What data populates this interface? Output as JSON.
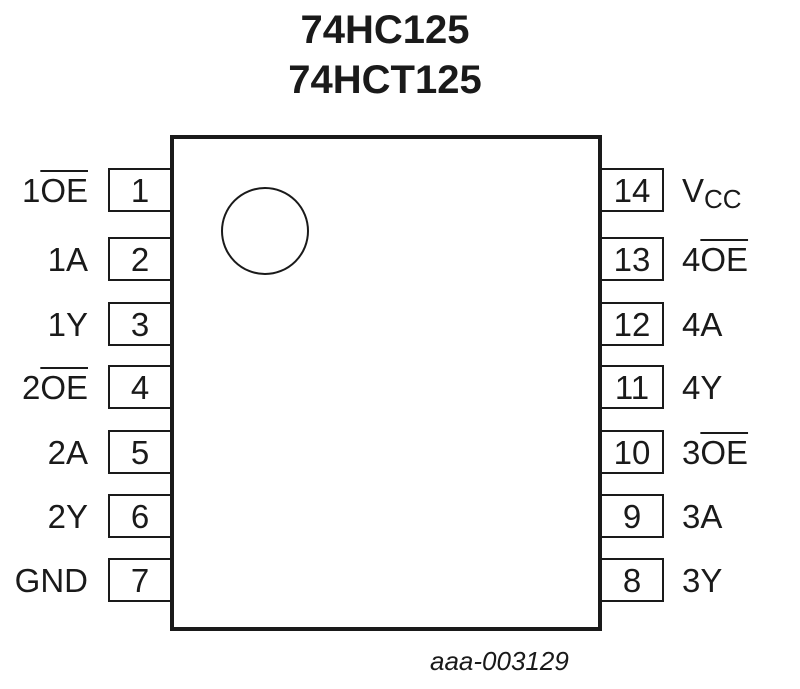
{
  "title": {
    "line1": "74HC125",
    "line2": "74HCT125"
  },
  "left_pins": [
    {
      "number": "1",
      "name_prefix": "1",
      "name_main": "OE",
      "overline": true
    },
    {
      "number": "2",
      "name_prefix": "",
      "name_main": "1A",
      "overline": false
    },
    {
      "number": "3",
      "name_prefix": "",
      "name_main": "1Y",
      "overline": false
    },
    {
      "number": "4",
      "name_prefix": "2",
      "name_main": "OE",
      "overline": true
    },
    {
      "number": "5",
      "name_prefix": "",
      "name_main": "2A",
      "overline": false
    },
    {
      "number": "6",
      "name_prefix": "",
      "name_main": "2Y",
      "overline": false
    },
    {
      "number": "7",
      "name_prefix": "",
      "name_main": "GND",
      "overline": false
    }
  ],
  "right_pins": [
    {
      "number": "14",
      "name_prefix": "V",
      "name_main": "",
      "name_sub": "CC",
      "overline": false
    },
    {
      "number": "13",
      "name_prefix": "4",
      "name_main": "OE",
      "overline": true
    },
    {
      "number": "12",
      "name_prefix": "",
      "name_main": "4A",
      "overline": false
    },
    {
      "number": "11",
      "name_prefix": "",
      "name_main": "4Y",
      "overline": false
    },
    {
      "number": "10",
      "name_prefix": "3",
      "name_main": "OE",
      "overline": true
    },
    {
      "number": "9",
      "name_prefix": "",
      "name_main": "3A",
      "overline": false
    },
    {
      "number": "8",
      "name_prefix": "",
      "name_main": "3Y",
      "overline": false
    }
  ],
  "reference": "aaa-003129"
}
